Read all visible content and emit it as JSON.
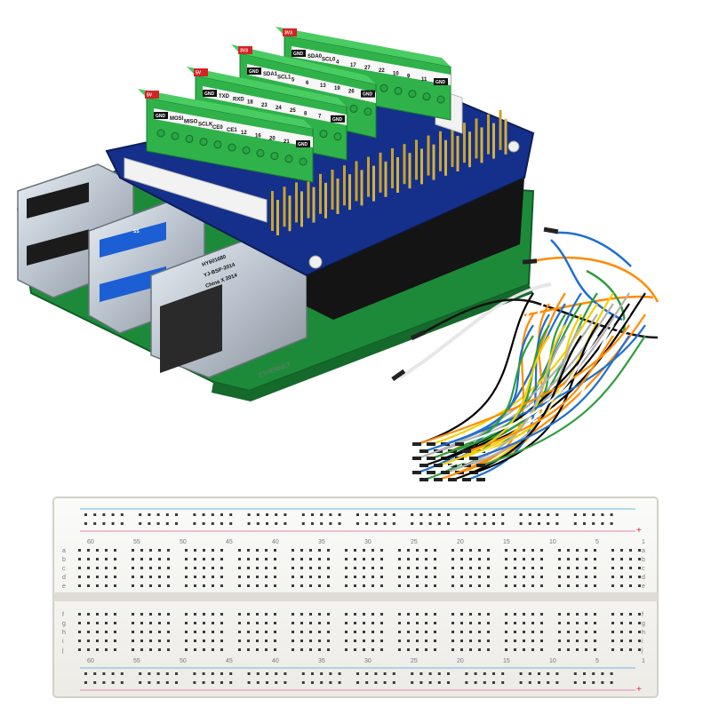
{
  "terminal_blocks": [
    {
      "badge": "3V3",
      "labels": [
        "GND",
        "SDA0",
        "SCL0",
        "4",
        "17",
        "27",
        "22",
        "10",
        "9",
        "11",
        "GND"
      ]
    },
    {
      "badge": "3V3",
      "labels": [
        "GND",
        "SDA1",
        "SCL1",
        "5",
        "6",
        "13",
        "19",
        "26",
        "GND"
      ]
    },
    {
      "badge": "5V",
      "labels": [
        "GND",
        "TXD",
        "RXD",
        "18",
        "23",
        "24",
        "25",
        "8",
        "7",
        "GND"
      ]
    },
    {
      "badge": "5V",
      "labels": [
        "GND",
        "MOSI",
        "MISO",
        "SCLK",
        "CE0",
        "CE1",
        "12",
        "16",
        "20",
        "21",
        "GND"
      ]
    }
  ],
  "usb_port_text": "SS",
  "ethernet_text": [
    "HY601680",
    "YJ-BSP-2014",
    "China X 2014"
  ],
  "board_edge_text": "ETHERNET",
  "breadboard": {
    "column_numbers": [
      "60",
      "55",
      "50",
      "45",
      "40",
      "35",
      "30",
      "25",
      "20",
      "15",
      "10",
      "5",
      "1"
    ],
    "row_letters_top": [
      "a",
      "b",
      "c",
      "d",
      "e"
    ],
    "row_letters_bottom": [
      "f",
      "g",
      "h",
      "i",
      "j"
    ],
    "rail_symbol": "+"
  },
  "jumper_wire_colors": [
    "#000000",
    "#ffffff",
    "#ff8c00",
    "#1e6fd0",
    "#2e9e3e",
    "#f5d000",
    "#b0b0b0"
  ]
}
